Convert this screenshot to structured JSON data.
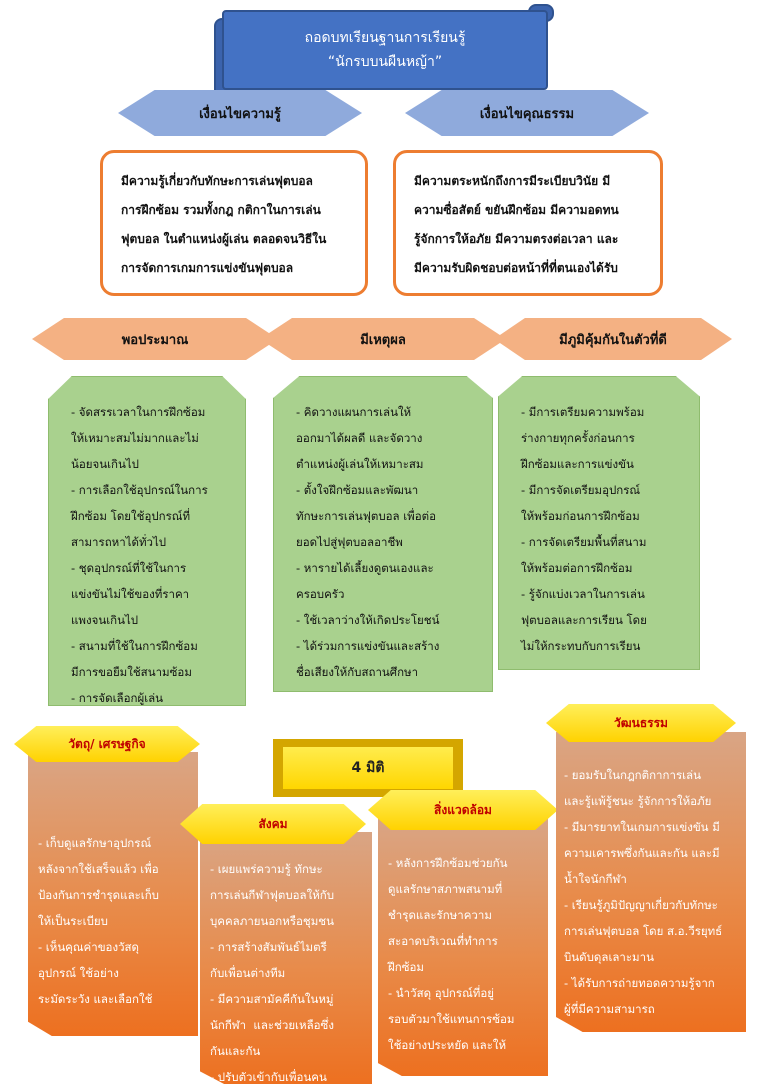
{
  "title": {
    "line1": "ถอดบทเรียนฐานการเรียนรู้",
    "line2": "“นักรบบนผืนหญ้า”"
  },
  "conditions": {
    "knowledge": {
      "label": "เงื่อนไขความรู้",
      "lines": [
        "มีความรู้เกี่ยวกับทักษะการเล่นฟุตบอล",
        "การฝึกซ้อม รวมทั้งกฎ กติกาในการเล่น",
        "ฟุตบอล ในตำแหน่งผู้เล่น ตลอดจนวิธีใน",
        "การจัดการเกมการแข่งขันฟุตบอล"
      ]
    },
    "morality": {
      "label": "เงื่อนไขคุณธรรม",
      "lines": [
        "มีความตระหนักถึงการมีระเบียบวินัย มี",
        "ความซื่อสัตย์ ขยันฝึกซ้อม มีความอดทน",
        "รู้จักการให้อภัย มีความตรงต่อเวลา และ",
        "มีความรับผิดชอบต่อหน้าที่ที่ตนเองได้รับ"
      ]
    }
  },
  "principles": [
    {
      "label": "พอประมาณ",
      "lines": [
        "- จัดสรรเวลาในการฝึกซ้อม",
        "ให้เหมาะสมไม่มากและไม่",
        "น้อยจนเกินไป",
        "- การเลือกใช้อุปกรณ์ในการ",
        "ฝึกซ้อม โดยใช้อุปกรณ์ที่",
        "สามารถหาได้ทั่วไป",
        "- ชุดอุปกรณ์ที่ใช้ในการ",
        "แข่งขันไม่ใช้ของที่ราคา",
        "แพงจนเกินไป",
        "- สนามที่ใช้ในการฝึกซ้อม",
        "มีการขอยืมใช้สนามซ้อม",
        "- การจัดเลือกผู้เล่น"
      ]
    },
    {
      "label": "มีเหตุผล",
      "lines": [
        "- คิดวางแผนการเล่นให้",
        "ออกมาได้ผลดี และจัดวาง",
        "ตำแหน่งผู้เล่นให้เหมาะสม",
        "- ตั้งใจฝึกซ้อมและพัฒนา",
        "ทักษะการเล่นฟุตบอล เพื่อต่อ",
        "ยอดไปสู่ฟุตบอลอาชีพ",
        "- หารายได้เลี้ยงดูตนเองและ",
        "ครอบครัว",
        "- ใช้เวลาว่างให้เกิดประโยชน์",
        "- ได้ร่วมการแข่งขันและสร้าง",
        "ชื่อเสียงให้กับสถานศึกษา"
      ]
    },
    {
      "label": "มีภูมิคุ้มกันในตัวที่ดี",
      "lines": [
        "- มีการเตรียมความพร้อม",
        "ร่างกายทุกครั้งก่อนการ",
        "ฝึกซ้อมและการแข่งขัน",
        "- มีการจัดเตรียมอุปกรณ์",
        "ให้พร้อมก่อนการฝึกซ้อม",
        "- การจัดเตรียมพื้นที่สนาม",
        "ให้พร้อมต่อการฝึกซ้อม",
        "- รู้จักแบ่งเวลาในการเล่น",
        "ฟุตบอลและการเรียน โดย",
        "ไม่ให้กระทบกับการเรียน"
      ]
    }
  ],
  "dimensions": {
    "center_label": "4 มิติ",
    "economic": {
      "label": "วัตถุ/ เศรษฐกิจ",
      "lines": [
        "- เก็บดูแลรักษาอุปกรณ์",
        "หลังจากใช้เสร็จแล้ว เพื่อ",
        "ป้องกันการชำรุดและเก็บ",
        "ให้เป็นระเบียบ",
        "- เห็นคุณค่าของวัสดุ",
        "อุปกรณ์ ใช้อย่าง",
        "ระมัดระวัง และเลือกใช้"
      ]
    },
    "social": {
      "label": "สังคม",
      "lines": [
        "- เผยแพร่ความรู้ ทักษะ",
        "การเล่นกีฬาฟุตบอลให้กับ",
        "บุคคลภายนอกหรือชุมชน",
        "- การสร้างสัมพันธ์ไมตรี",
        "กับเพื่อนต่างทีม",
        "- มีความสามัคคีกันในหมู่",
        "นักกีฬา  และช่วยเหลือซึ่ง",
        "กันและกัน",
        "- ปรับตัวเข้ากับเพื่อนคน"
      ]
    },
    "environment": {
      "label": "สิ่งแวดล้อม",
      "lines": [
        "- หลังการฝึกซ้อมช่วยกัน",
        "ดูแลรักษาสภาพสนามที่",
        "ชำรุดและรักษาความ",
        "สะอาดบริเวณที่ทำการ",
        "ฝึกซ้อม",
        "- นำวัสดุ อุปกรณ์ที่อยู่",
        "รอบตัวมาใช้แทนการซ้อม",
        "ใช้อย่างประหยัด และให้"
      ]
    },
    "culture": {
      "label": "วัฒนธรรม",
      "lines": [
        "- ยอมรับในกฎกติกาการเล่น",
        "และรู้แพ้รู้ชนะ รู้จักการให้อภัย",
        "- มีมารยาทในเกมการแข่งขัน มี",
        "ความเคารพซึ่งกันและกัน และมี",
        "น้ำใจนักกีฬา",
        "- เรียนรู้ภูมิปัญญาเกี่ยวกับทักษะ",
        "การเล่นฟุตบอล โดย ส.อ.วีรยุทธ์",
        "บินดับดุลเลาะมาน",
        "- ได้รับการถ่ายทอดความรู้จาก",
        "ผู้ที่มีความสามารถ"
      ]
    }
  }
}
